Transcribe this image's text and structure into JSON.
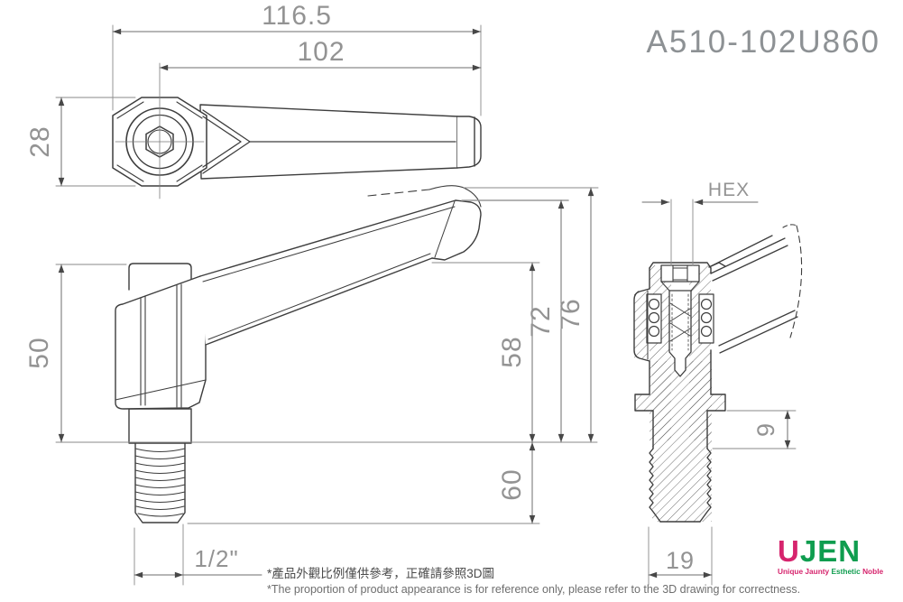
{
  "drawing": {
    "part_number": "A510-102U860",
    "type": "adjustable clamping lever, 3-view engineering drawing"
  },
  "dims": {
    "total_length": "116.5",
    "handle_length": "102",
    "boss_width": "28",
    "body_height": "50",
    "height_58": "58",
    "height_72": "72",
    "height_76": "76",
    "thread_length": "60",
    "thread_size": "1/2\"",
    "hex_label": "HEX",
    "neck_height": "9",
    "stud_width": "19"
  },
  "notes": {
    "zh": "*產品外觀比例僅供參考，正確請參照3D圖",
    "en": "*The proportion of product appearance is for reference only, please refer to the 3D drawing for correctness."
  },
  "logo": {
    "u": "U",
    "jen": "JEN",
    "tagline_1": "Unique Jaunty ",
    "tagline_2": "Esthetic ",
    "tagline_3": "Noble"
  },
  "colors": {
    "outline": "#3d3d3d",
    "dimension_line": "#6e6e6e",
    "dimension_text": "#939393",
    "logo_magenta": "#d6246d",
    "logo_green": "#0f9d4f"
  }
}
